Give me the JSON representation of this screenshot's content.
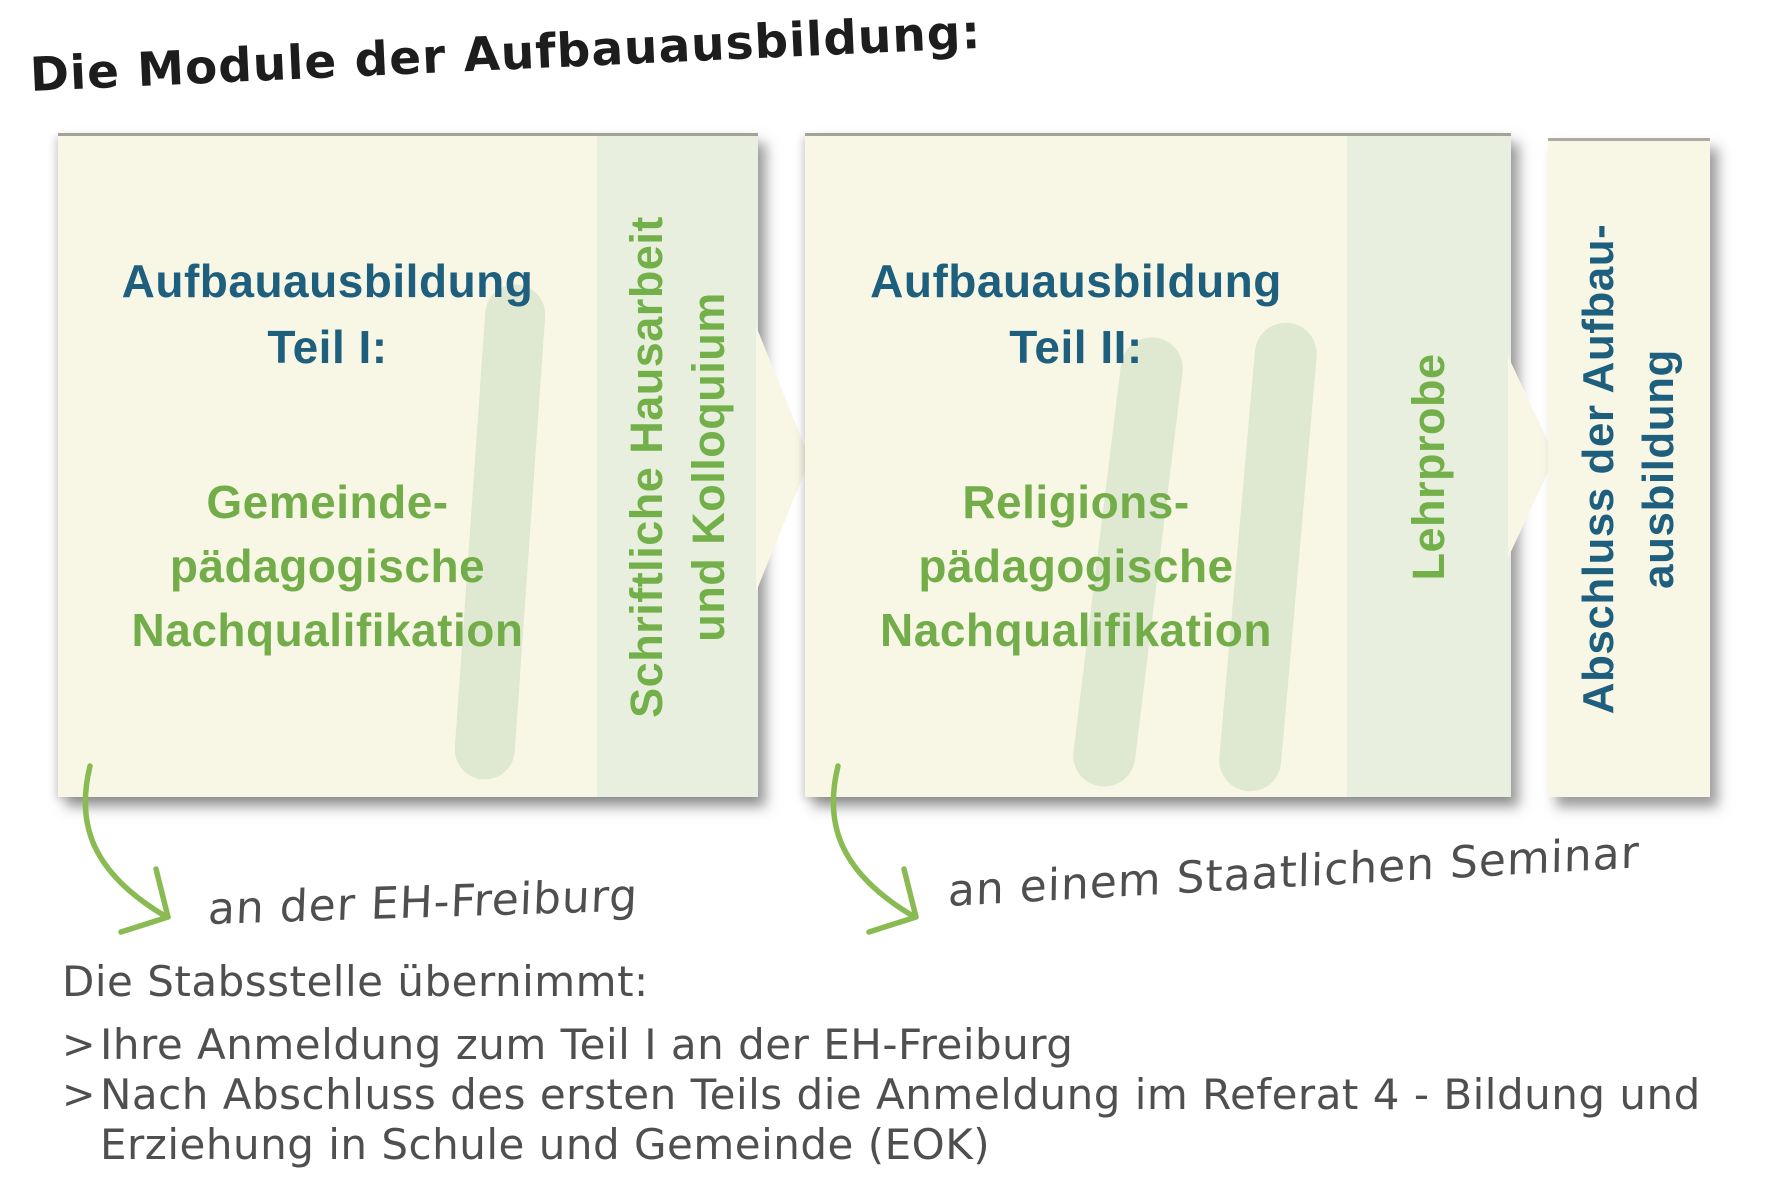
{
  "title": "Die Module der Aufbauausbildung:",
  "colors": {
    "box_cream": "#f8f7e6",
    "strip_green": "#e8efde",
    "watermark_green": "#dfe8d1",
    "text_blue": "#1e5f7e",
    "text_green": "#72ad49",
    "arrow_green": "#8abb52",
    "handwriting_gray": "#4f4f4f",
    "title_black": "#1d1d1d"
  },
  "modules": [
    {
      "heading_lines": [
        "Aufbauausbildung",
        "Teil I:"
      ],
      "body_lines": [
        "Gemeinde-",
        "pädagogische",
        "Nachqualifikation"
      ],
      "exam_lines": [
        "Schriftliche Hausarbeit",
        "und Kolloquium"
      ],
      "numeral": "I",
      "note": "an der EH-Freiburg"
    },
    {
      "heading_lines": [
        "Aufbauausbildung",
        "Teil II:"
      ],
      "body_lines": [
        "Religions-",
        "pädagogische",
        "Nachqualifikation"
      ],
      "exam_lines": [
        "Lehrprobe",
        ""
      ],
      "numeral": "II",
      "note": "an einem Staatlichen Seminar"
    }
  ],
  "final": {
    "lines": [
      "Abschluss der Aufbau-",
      "ausbildung"
    ]
  },
  "footer": {
    "heading": "Die Stabsstelle übernimmt:",
    "bullets": [
      {
        "marker": ">",
        "lines": [
          "Ihre Anmeldung zum Teil I an der EH-Freiburg",
          ""
        ]
      },
      {
        "marker": ">",
        "lines": [
          "Nach Abschluss des ersten Teils die Anmeldung im Referat 4 - Bildung und",
          "Erziehung in Schule und Gemeinde (EOK)"
        ]
      }
    ]
  }
}
